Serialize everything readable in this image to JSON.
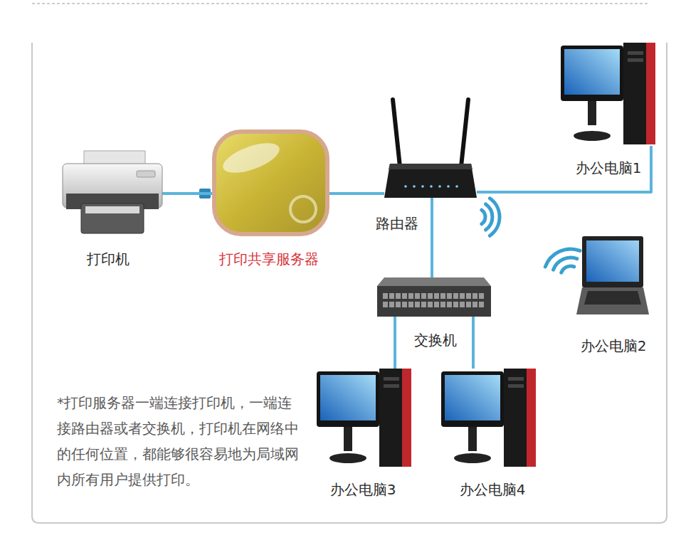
{
  "diagram": {
    "nodes": [
      {
        "text": [
          "打印机"
        ]
      },
      {
        "text": [
          "打印共享服务器"
        ]
      },
      {
        "text": [
          "路由器"
        ]
      },
      {
        "text": [
          "办公电脑1"
        ]
      },
      {
        "text": [
          "办公电脑2"
        ]
      },
      {
        "text": [
          "交换机"
        ]
      },
      {
        "text": [
          "办公电脑3"
        ]
      },
      {
        "text": [
          "办公电脑4"
        ]
      }
    ],
    "edges": [
      {
        "from": 0,
        "to": 1,
        "arrow": "none"
      },
      {
        "from": 1,
        "to": 2,
        "arrow": "none"
      },
      {
        "from": 2,
        "to": 3,
        "arrow": "none"
      },
      {
        "from": 2,
        "to": 5,
        "arrow": "none"
      },
      {
        "from": 5,
        "to": 6,
        "arrow": "none"
      },
      {
        "from": 5,
        "to": 7,
        "arrow": "none"
      }
    ],
    "labels": [
      "*打印服务器一端连接打印机，一端连接路由器或者交换机，打印机在网络中的任何位置，都能够很容易地为局域网内所有用户提供打印。"
    ]
  }
}
